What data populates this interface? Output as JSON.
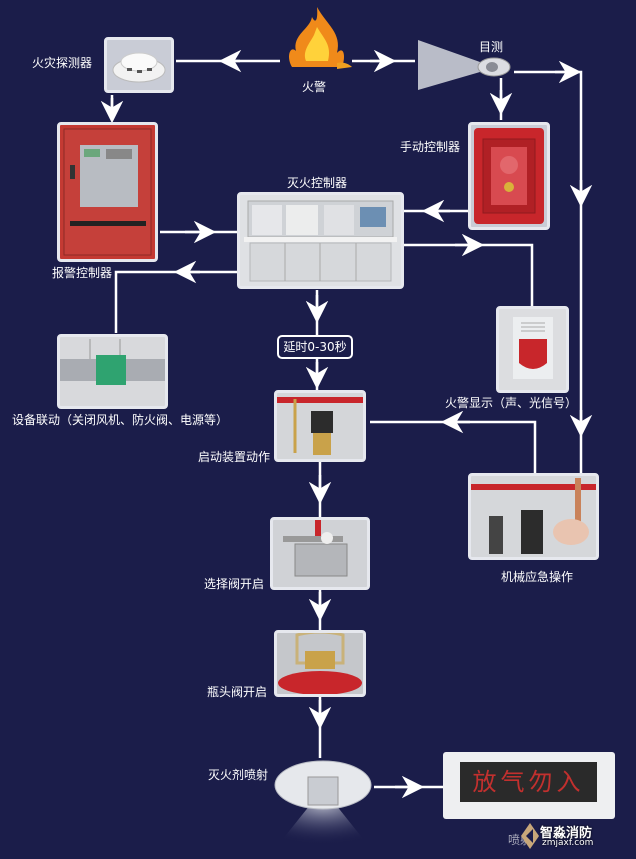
{
  "diagram": {
    "title": "气体灭火系统工作流程",
    "nodes": {
      "fire": {
        "label": "火警",
        "icon": "fire-icon"
      },
      "detector": {
        "label": "火灾探测器",
        "icon": "smoke-detector-icon"
      },
      "visual": {
        "label": "目测",
        "icon": "eye-icon"
      },
      "alarm_controller": {
        "label": "报警控制器",
        "icon": "alarm-panel-icon"
      },
      "manual_controller": {
        "label": "手动控制器",
        "icon": "manual-call-point-icon"
      },
      "extinguish_controller": {
        "label": "灭火控制器",
        "icon": "control-console-icon"
      },
      "linkage": {
        "label": "设备联动（关闭风机、防火阀、电源等）",
        "icon": "duct-fan-icon"
      },
      "delay": {
        "label": "延时0-30秒"
      },
      "alarm_display": {
        "label": "火警显示（声、光信号）",
        "icon": "strobe-siren-icon"
      },
      "starter": {
        "label": "启动装置动作",
        "icon": "solenoid-valve-icon"
      },
      "mechanical": {
        "label": "机械应急操作",
        "icon": "hand-lever-icon"
      },
      "selector_valve": {
        "label": "选择阀开启",
        "icon": "selector-valve-icon"
      },
      "bottle_valve": {
        "label": "瓶头阀开启",
        "icon": "bottle-valve-icon"
      },
      "nozzle": {
        "label": "灭火剂喷射",
        "icon": "nozzle-icon"
      },
      "sign": {
        "label": "喷射",
        "display_text": "放气勿入",
        "icon": "warning-sign-icon"
      }
    },
    "edges": [
      {
        "from": "fire",
        "to": "detector"
      },
      {
        "from": "fire",
        "to": "visual"
      },
      {
        "from": "detector",
        "to": "alarm_controller"
      },
      {
        "from": "visual",
        "to": "manual_controller"
      },
      {
        "from": "visual",
        "to": "mechanical"
      },
      {
        "from": "alarm_controller",
        "to": "extinguish_controller"
      },
      {
        "from": "manual_controller",
        "to": "extinguish_controller"
      },
      {
        "from": "extinguish_controller",
        "to": "linkage"
      },
      {
        "from": "extinguish_controller",
        "to": "alarm_display"
      },
      {
        "from": "extinguish_controller",
        "to": "delay"
      },
      {
        "from": "delay",
        "to": "starter"
      },
      {
        "from": "mechanical",
        "to": "starter"
      },
      {
        "from": "starter",
        "to": "selector_valve"
      },
      {
        "from": "selector_valve",
        "to": "bottle_valve"
      },
      {
        "from": "bottle_valve",
        "to": "nozzle"
      },
      {
        "from": "nozzle",
        "to": "sign"
      }
    ],
    "colors": {
      "background": "#1b1d4a",
      "line": "#ffffff",
      "alarm_red": "#c8262b",
      "sign_text": "#c2302e"
    }
  },
  "watermark": {
    "brand": "智淼消防",
    "site": "zmjaxf.com"
  }
}
